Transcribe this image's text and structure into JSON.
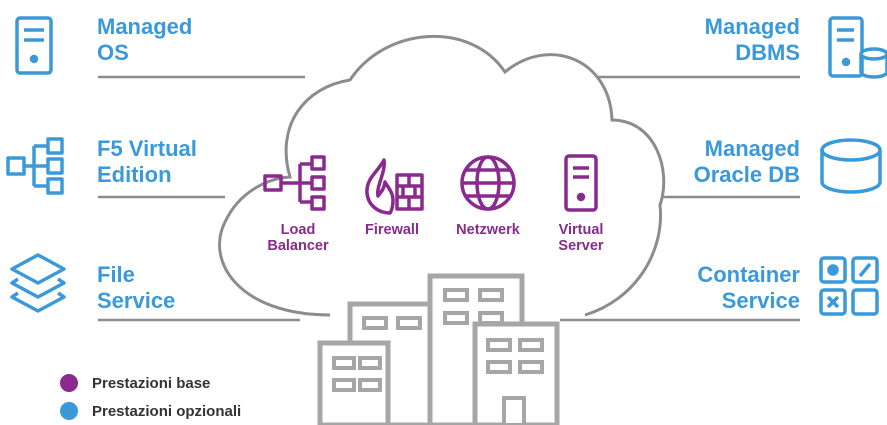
{
  "colors": {
    "base": "#8a2a8e",
    "optional": "#3a9ad9",
    "outline": "#8c8c8c",
    "buildings": "#a6a6a6"
  },
  "optional_services": {
    "managed_os": {
      "line1": "Managed",
      "line2": "OS",
      "icon": "server-icon"
    },
    "f5_virtual_edition": {
      "line1": "F5 Virtual",
      "line2": "Edition",
      "icon": "network-tree-icon"
    },
    "file_service": {
      "line1": "File",
      "line2": "Service",
      "icon": "layers-icon"
    },
    "managed_dbms": {
      "line1": "Managed",
      "line2": "DBMS",
      "icon": "server-database-icon"
    },
    "managed_oracle_db": {
      "line1": "Managed",
      "line2": "Oracle DB",
      "icon": "database-icon"
    },
    "container_service": {
      "line1": "Container",
      "line2": "Service",
      "icon": "container-grid-icon"
    }
  },
  "base_services": {
    "load_balancer": {
      "line1": "Load",
      "line2": "Balancer",
      "icon": "load-balancer-icon"
    },
    "firewall": {
      "line1": "Firewall",
      "icon": "firewall-icon"
    },
    "netzwerk": {
      "line1": "Netzwerk",
      "icon": "globe-icon"
    },
    "virtual_server": {
      "line1": "Virtual",
      "line2": "Server",
      "icon": "server-icon"
    }
  },
  "legend": {
    "base": "Prestazioni base",
    "optional": "Prestazioni opzionali"
  }
}
